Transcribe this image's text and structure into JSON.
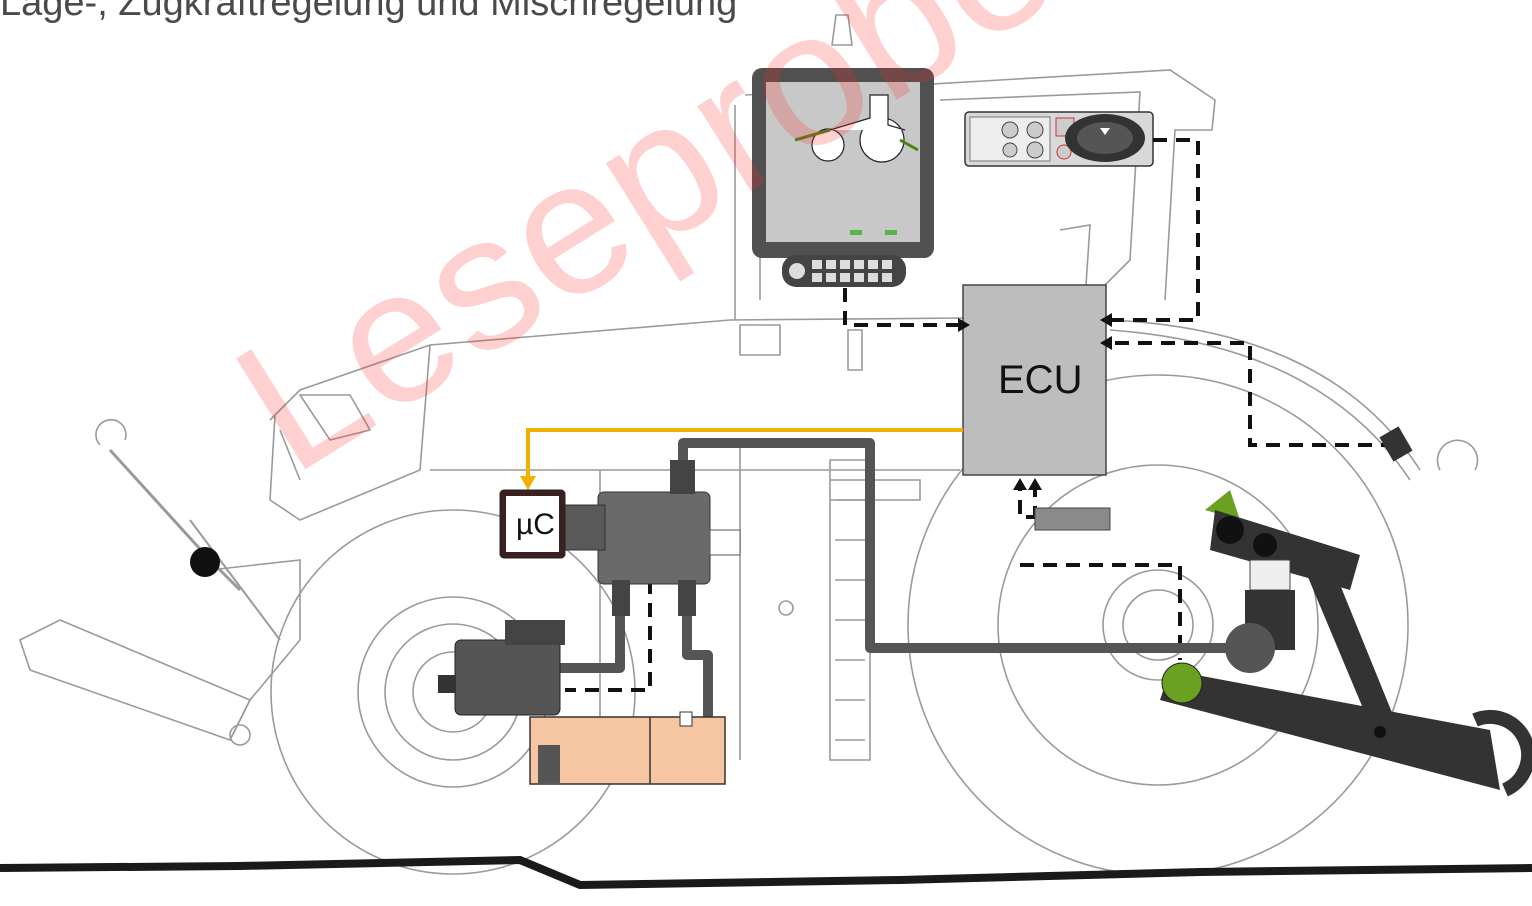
{
  "title": "Lage-, Zugkraftregelung und Mischregelung",
  "watermark": "Leseprobe",
  "labels": {
    "ecu": "ECU",
    "microcontroller": "µC"
  },
  "colors": {
    "signal_line": "#f2b000",
    "hydraulic_line": "#555555",
    "sensor_green": "#6aa121",
    "tank": "#f6c5a2",
    "ecu_fill": "#bdbdbd",
    "watermark": "#ff2828"
  }
}
